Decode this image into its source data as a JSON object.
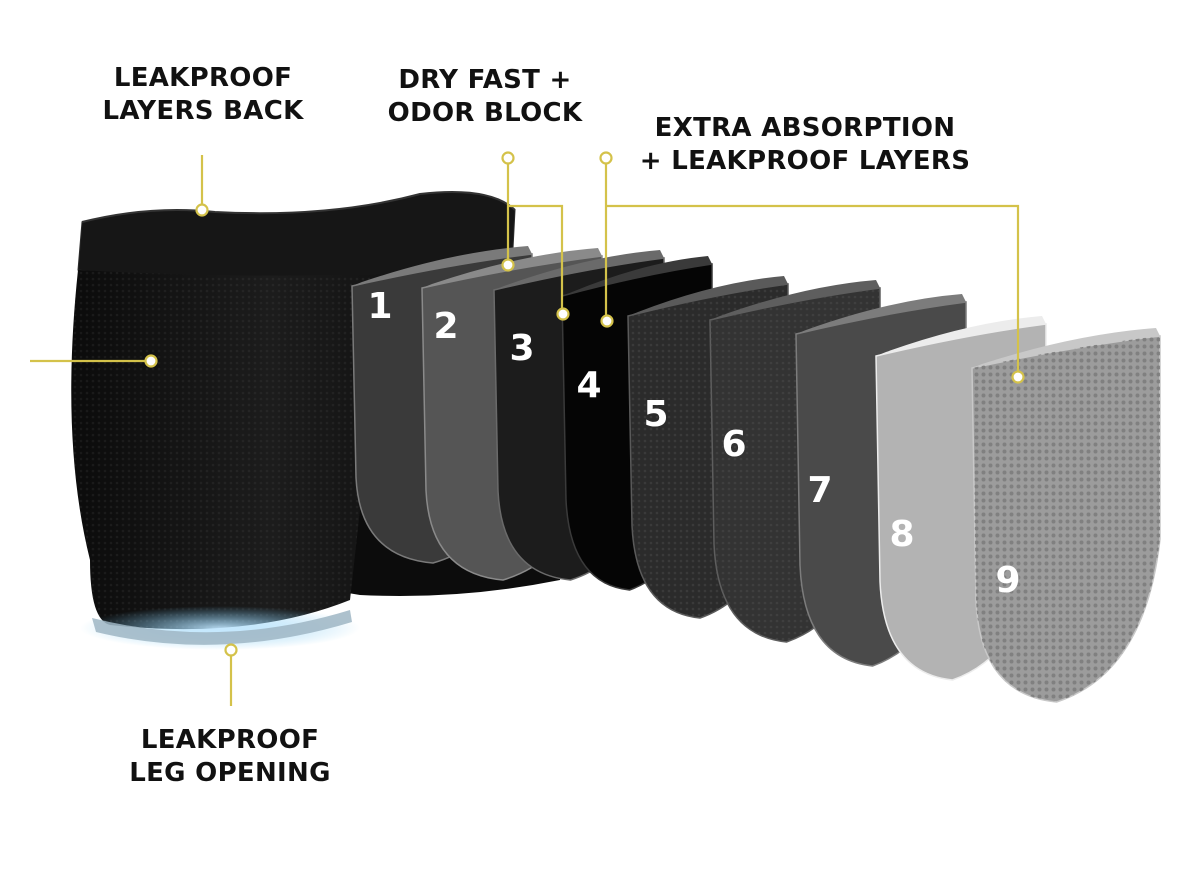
{
  "callouts": {
    "back": {
      "line1": "LEAKPROOF",
      "line2": "LAYERS BACK"
    },
    "dry": {
      "line1": "DRY FAST +",
      "line2": "ODOR BLOCK"
    },
    "extra": {
      "line1": "EXTRA ABSORPTION",
      "line2": "+ LEAKPROOF LAYERS"
    },
    "leg": {
      "line1": "LEAKPROOF",
      "line2": "LEG OPENING"
    }
  },
  "layers": [
    {
      "number": "1",
      "color": "#3a3a3a",
      "edge": "#7a7a7a"
    },
    {
      "number": "2",
      "color": "#555555",
      "edge": "#8a8a8a"
    },
    {
      "number": "3",
      "color": "#1c1c1c",
      "edge": "#6a6a6a"
    },
    {
      "number": "4",
      "color": "#050505",
      "edge": "#3a3a3a"
    },
    {
      "number": "5",
      "color": "#2b2b2b",
      "edge": "#5a5a5a"
    },
    {
      "number": "6",
      "color": "#333333",
      "edge": "#5e5e5e"
    },
    {
      "number": "7",
      "color": "#4a4a4a",
      "edge": "#7c7c7c"
    },
    {
      "number": "8",
      "color": "#b3b3b3",
      "edge": "#ececec"
    },
    {
      "number": "9",
      "color": "#9c9c9c",
      "edge": "#c8c8c8"
    }
  ],
  "colors": {
    "callout_line": "#d4c24a",
    "garment": "#121212",
    "waistband": "#1a1a1a",
    "leg_glow": "#6ec3ef",
    "label_text": "#111111",
    "number_text": "#ffffff"
  }
}
